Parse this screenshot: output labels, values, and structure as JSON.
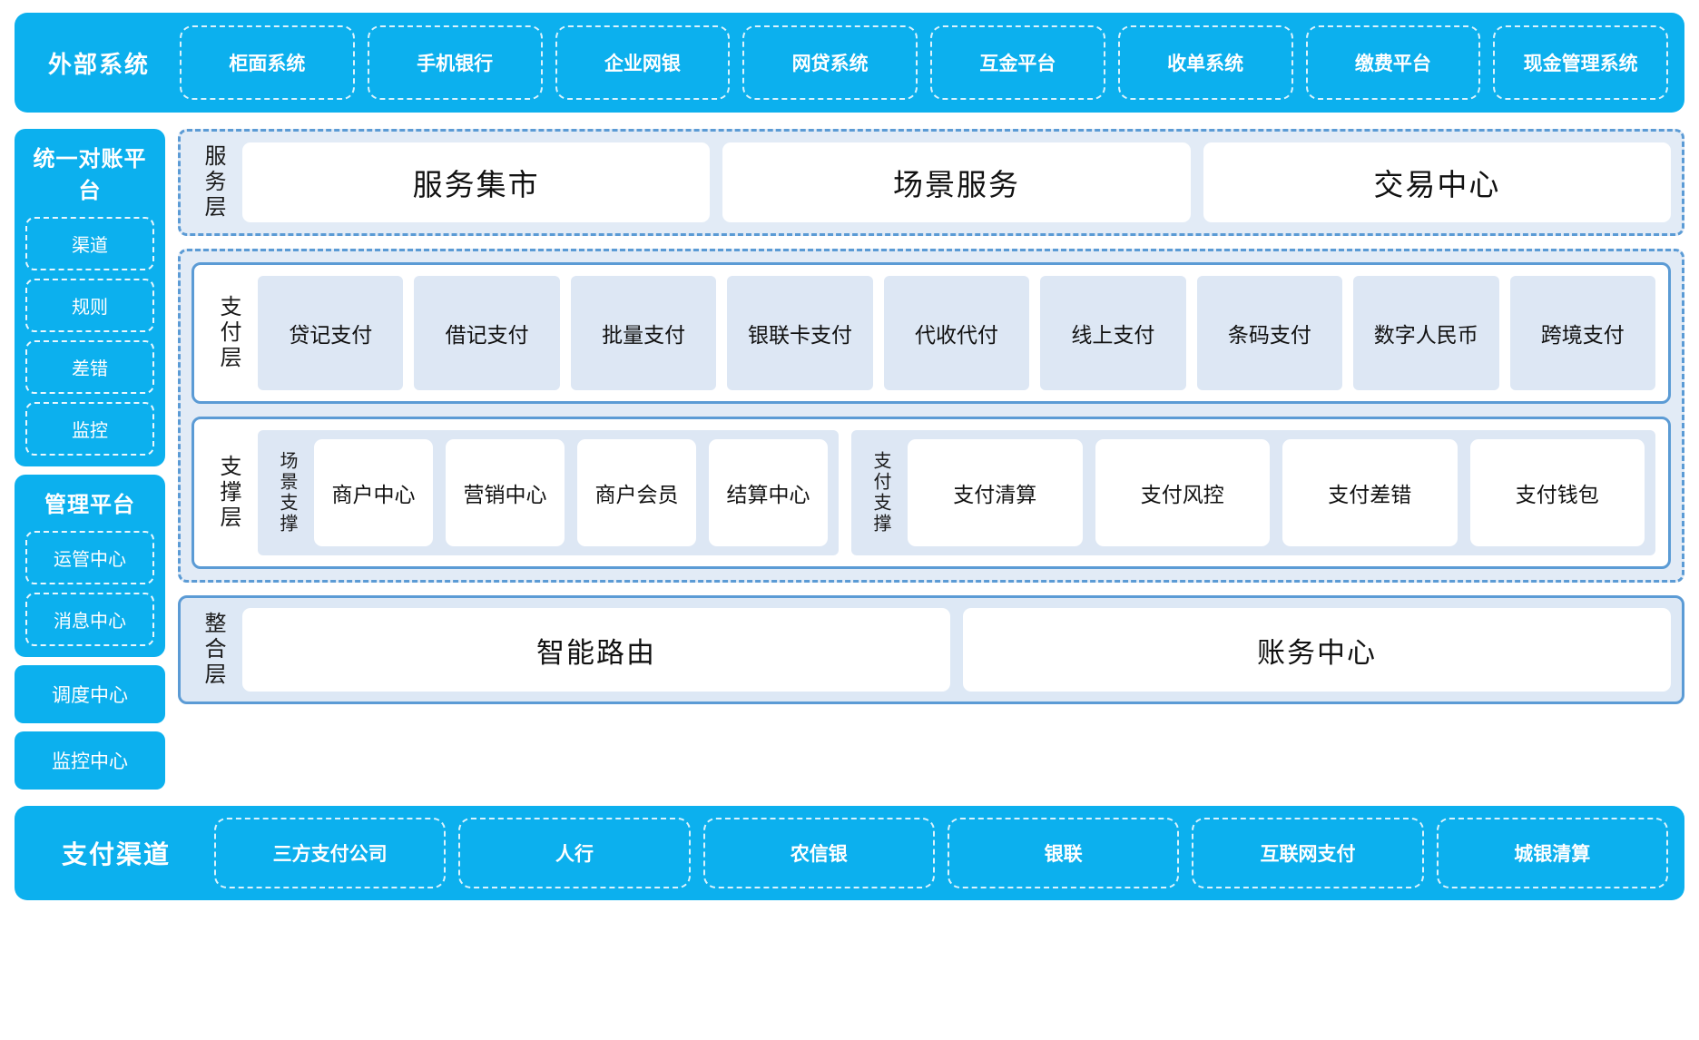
{
  "external_systems": {
    "title": "外部系统",
    "items": [
      "柜面系统",
      "手机银行",
      "企业网银",
      "网贷系统",
      "互金平台",
      "收单系统",
      "缴费平台",
      "现金管理系统"
    ]
  },
  "sidebar": {
    "reconciliation_platform": {
      "title": "统一对账平台",
      "items": [
        "渠道",
        "规则",
        "差错",
        "监控"
      ]
    },
    "management_platform": {
      "title": "管理平台",
      "items": [
        "运管中心",
        "消息中心"
      ]
    },
    "standalone": [
      "调度中心",
      "监控中心"
    ]
  },
  "service_layer": {
    "label": "服务层",
    "cards": [
      "服务集市",
      "场景服务",
      "交易中心"
    ]
  },
  "payment_layer": {
    "label": "支付层",
    "cards": [
      "贷记支付",
      "借记支付",
      "批量支付",
      "银联卡支付",
      "代收代付",
      "线上支付",
      "条码支付",
      "数字人民币",
      "跨境支付"
    ]
  },
  "support_layer": {
    "label": "支撑层",
    "groups": [
      {
        "label": "场景支撑",
        "cards": [
          "商户中心",
          "营销中心",
          "商户会员",
          "结算中心"
        ]
      },
      {
        "label": "支付支撑",
        "cards": [
          "支付清算",
          "支付风控",
          "支付差错",
          "支付钱包"
        ]
      }
    ]
  },
  "integration_layer": {
    "label": "整合层",
    "cards": [
      "智能路由",
      "账务中心"
    ]
  },
  "payment_channels": {
    "title": "支付渠道",
    "items": [
      "三方支付公司",
      "人行",
      "农信银",
      "银联",
      "互联网支付",
      "城银清算"
    ]
  },
  "colors": {
    "brand_blue": "#0cb0ee",
    "panel_border": "#5b9bd5",
    "panel_fill": "#e2ebf6",
    "card_fill": "#dde7f4"
  }
}
